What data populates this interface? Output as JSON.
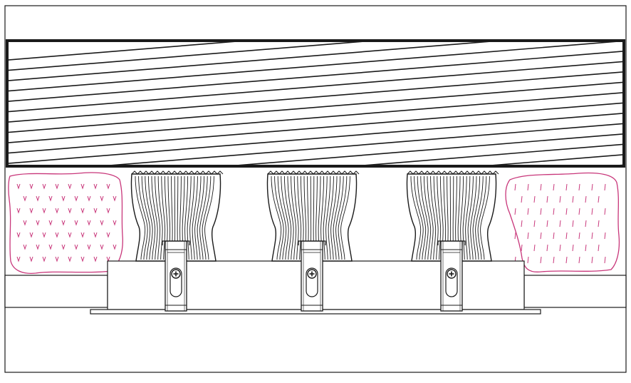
{
  "diagram": {
    "title": "",
    "fixture_count": 3,
    "colors": {
      "line": "#1a1a1a",
      "insulation": "#c8367a",
      "background": "#ffffff"
    },
    "parts": {
      "joist": "wood-grain-beam",
      "insulation": "mineral-wool-insulation",
      "ceiling": "ceiling-board",
      "housing": "recessed-trim-housing",
      "fixture": "downlight-heatsink",
      "clip": "spring-clip",
      "screw": "adjustment-screw"
    }
  }
}
